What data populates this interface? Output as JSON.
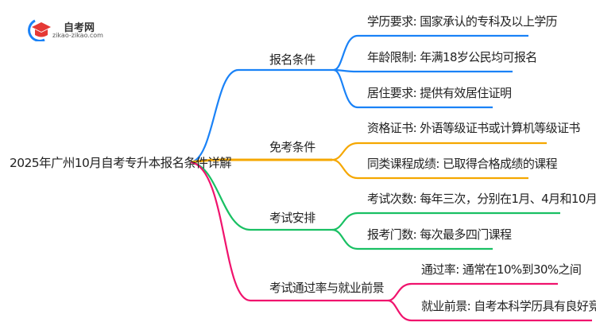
{
  "logo": {
    "title": "自考网",
    "url": "zikao-zikao.com"
  },
  "root": "2025年广州10月自考专升本报名条件详解",
  "colors": {
    "blue": "#1a82f7",
    "orange": "#f5a700",
    "green": "#19c063",
    "pink": "#f0136d"
  },
  "branches": [
    {
      "label": "报名条件",
      "leaves": [
        "学历要求: 国家承认的专科及以上学历",
        "年龄限制: 年满18岁公民均可报名",
        "居住要求: 提供有效居住证明"
      ]
    },
    {
      "label": "免考条件",
      "leaves": [
        "资格证书: 外语等级证书或计算机等级证书",
        "同类课程成绩: 已取得合格成绩的课程"
      ]
    },
    {
      "label": "考试安排",
      "leaves": [
        "考试次数: 每年三次，分别在1月、4月和10月",
        "报考门数: 每次最多四门课程"
      ]
    },
    {
      "label": "考试通过率与就业前景",
      "leaves": [
        "通过率: 通常在10%到30%之间",
        "就业前景: 自考本科学历具有良好竞争力"
      ]
    }
  ]
}
